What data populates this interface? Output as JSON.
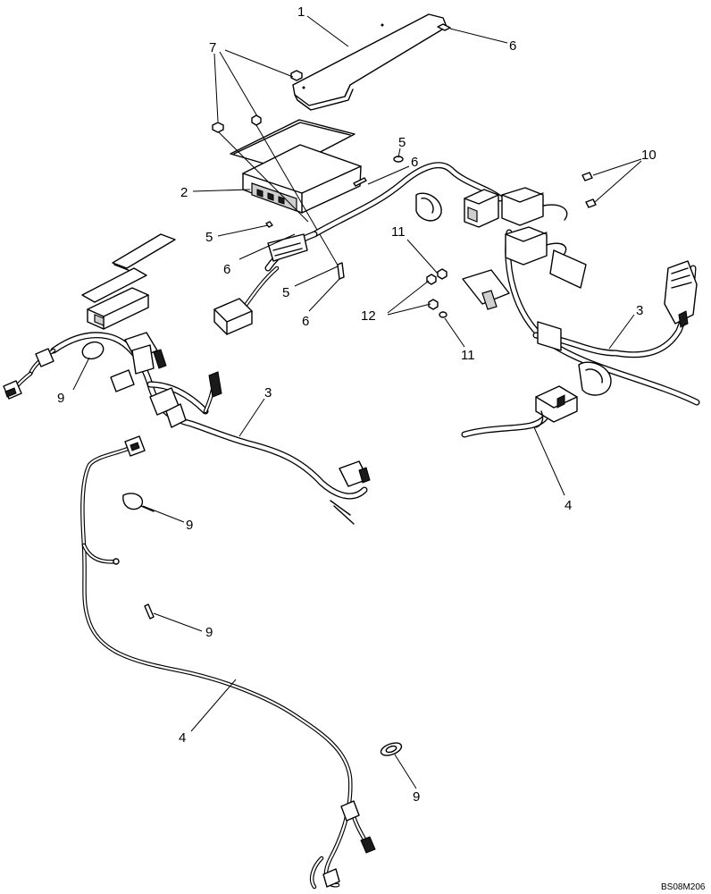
{
  "callouts": {
    "c1": "1",
    "c2": "2",
    "c3a": "3",
    "c3b": "3",
    "c4a": "4",
    "c4b": "4",
    "c5a": "5",
    "c5b": "5",
    "c5c": "5",
    "c6a": "6",
    "c6b": "6",
    "c6c": "6",
    "c6d": "6",
    "c7": "7",
    "c9a": "9",
    "c9b": "9",
    "c9c": "9",
    "c9d": "9",
    "c10": "10",
    "c11a": "11",
    "c11b": "11",
    "c12": "12"
  },
  "drawing_code": "BS08M206"
}
